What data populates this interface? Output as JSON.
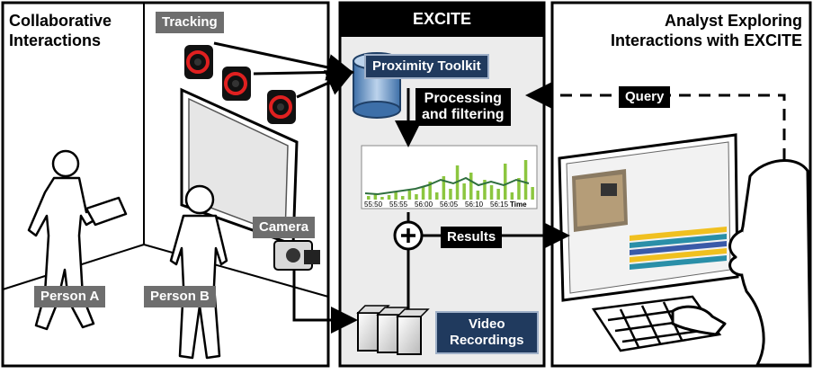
{
  "panels": {
    "left_title": "Collaborative\nInteractions",
    "center_title": "EXCITE",
    "right_title": "Analyst Exploring\nInteractions with EXCITE"
  },
  "labels": {
    "tracking": "Tracking",
    "camera": "Camera",
    "person_a": "Person A",
    "person_b": "Person B",
    "proximity_toolkit": "Proximity Toolkit",
    "processing": "Processing\nand filtering",
    "results": "Results",
    "query": "Query",
    "video_recordings": "Video\nRecordings"
  },
  "timeline": {
    "ticks": [
      "55:50",
      "55:55",
      "56:00",
      "56:05",
      "56:10",
      "56:15"
    ],
    "axis_label": "Time"
  },
  "colors": {
    "navy_tag": "#203a5e",
    "gray_tag": "#6e6e6e",
    "excite_bg": "#ececec",
    "bar_green": "#8cc63f",
    "line_dark": "#2f6f3e",
    "tracker_red": "#e02020"
  }
}
